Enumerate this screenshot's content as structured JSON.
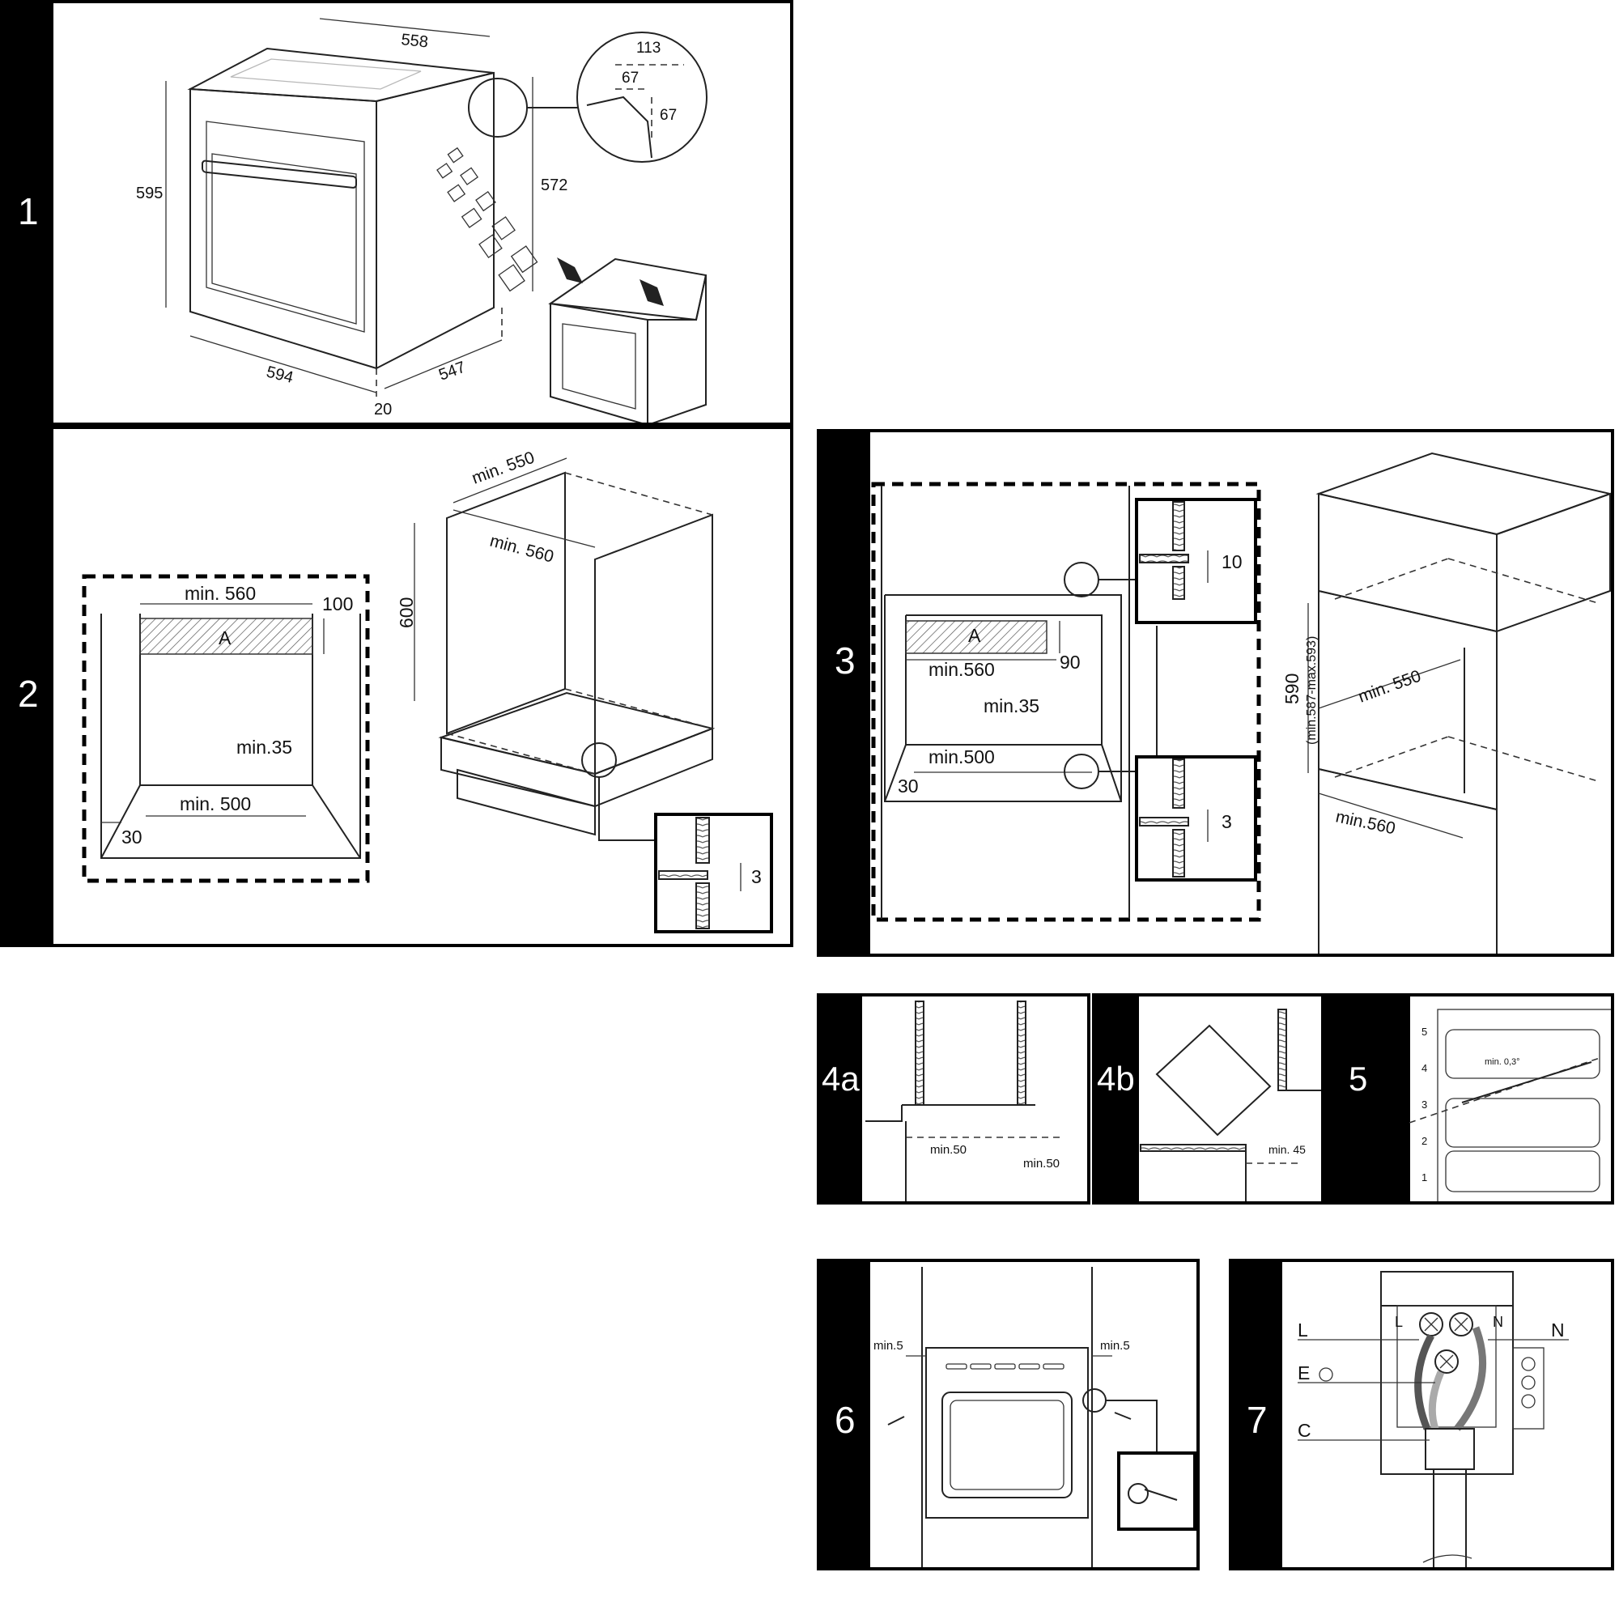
{
  "panels": {
    "p1": {
      "number": "1",
      "labels": {
        "width_top": "558",
        "height": "595",
        "depth_side": "572",
        "width_front": "594",
        "depth_bottom": "547",
        "front_offset": "20",
        "detail_113": "113",
        "detail_67a": "67",
        "detail_67b": "67"
      }
    },
    "p2": {
      "number": "2",
      "labels": {
        "min560_front": "min. 560",
        "h100": "100",
        "area_a": "A",
        "min35": "min.35",
        "min500": "min. 500",
        "gap30": "30",
        "min550": "min. 550",
        "min560_side": "min. 560",
        "h600": "600",
        "detail3": "3"
      }
    },
    "p3": {
      "number": "3",
      "labels": {
        "area_a": "A",
        "min560": "min.560",
        "h90": "90",
        "min35": "min.35",
        "min500": "min.500",
        "gap30": "30",
        "detail10": "10",
        "detail3": "3",
        "h590": "590",
        "range": "(min.587-max.593)",
        "min550": "min. 550",
        "min560_bottom": "min.560"
      }
    },
    "p4a": {
      "number": "4a",
      "labels": {
        "min50_left": "min.50",
        "min50_right": "min.50"
      }
    },
    "p4b": {
      "number": "4b",
      "labels": {
        "min45": "min. 45"
      }
    },
    "p5": {
      "number": "5",
      "labels": {
        "levels": [
          "5",
          "4",
          "3",
          "2",
          "1"
        ],
        "tilt": "min. 0,3°"
      }
    },
    "p6": {
      "number": "6",
      "labels": {
        "min5_left": "min.5",
        "min5_right": "min.5"
      }
    },
    "p7": {
      "number": "7",
      "labels": {
        "L_out": "L",
        "L_in": "L",
        "N_in": "N",
        "N_out": "N",
        "E": "E",
        "C": "C"
      }
    }
  }
}
